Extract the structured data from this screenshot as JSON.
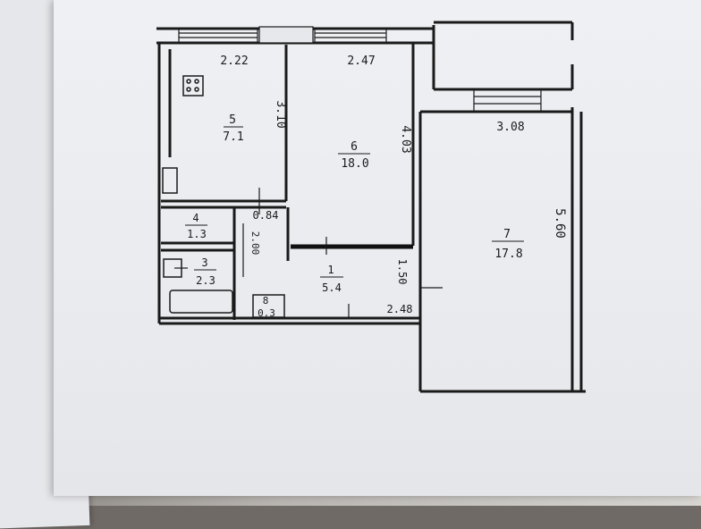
{
  "rooms": [
    {
      "number": "5",
      "area": "7.1"
    },
    {
      "number": "6",
      "area": "18.0"
    },
    {
      "number": "7",
      "area": "17.8"
    },
    {
      "number": "4",
      "area": "1.3"
    },
    {
      "number": "3",
      "area": "2.3"
    },
    {
      "number": "1",
      "area": "5.4"
    },
    {
      "number": "8",
      "area": "0.3"
    }
  ],
  "dimensions": {
    "kitchen_width": "2.22",
    "room6_width": "2.47",
    "room7_width": "3.08",
    "kitchen_length": "3.10",
    "room6_length": "4.03",
    "room7_length": "5.60",
    "hall_width": "2.48",
    "hall_depth": "1.50",
    "corridor_length": "2.00",
    "closet_width": "0.84"
  }
}
